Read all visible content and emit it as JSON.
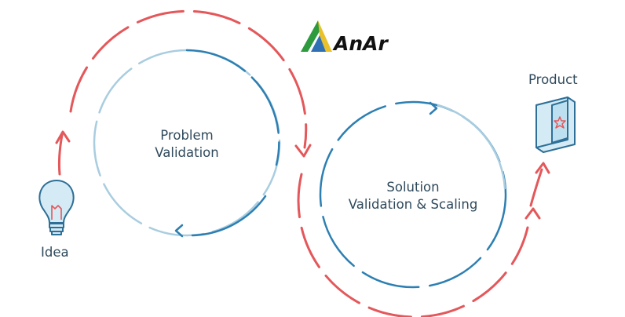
{
  "logo": {
    "text": "AnAr",
    "colors": {
      "green": "#2e9a3e",
      "yellow": "#e9c12a",
      "blue": "#2f6fb3",
      "text": "#111111"
    }
  },
  "labels": {
    "idea": "Idea",
    "product": "Product",
    "problem_line1": "Problem",
    "problem_line2": "Validation",
    "solution_line1": "Solution",
    "solution_line2": "Validation & Scaling"
  },
  "icons": {
    "idea": "lightbulb-icon",
    "product": "product-box-icon"
  },
  "colors": {
    "red_path": "#e4575a",
    "blue_dark": "#2d7fb2",
    "blue_light": "#a9cde0",
    "text": "#2f4a5c",
    "icon_fill": "#d4ebf6",
    "icon_stroke": "#2d6f96"
  }
}
